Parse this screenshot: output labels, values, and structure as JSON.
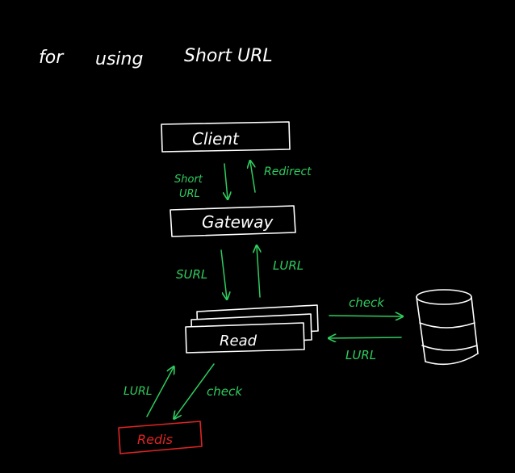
{
  "title": {
    "word1": "for",
    "word2": "using",
    "word3": "Short URL"
  },
  "nodes": {
    "client": "Client",
    "gateway": "Gateway",
    "read": "Read",
    "redis": "Redis"
  },
  "edges": {
    "client_to_gateway_line1": "Short",
    "client_to_gateway_line2": "URL",
    "gateway_to_client": "Redirect",
    "gateway_to_read": "SURL",
    "read_to_gateway": "LURL",
    "read_to_db": "check",
    "db_to_read": "LURL",
    "redis_to_read": "LURL",
    "read_to_redis": "check"
  },
  "colors": {
    "ink": "#ffffff",
    "flow": "#2ecc5e",
    "cache": "#e02424",
    "background": "#000000"
  },
  "icons": {
    "database": "database-cylinder-icon"
  }
}
